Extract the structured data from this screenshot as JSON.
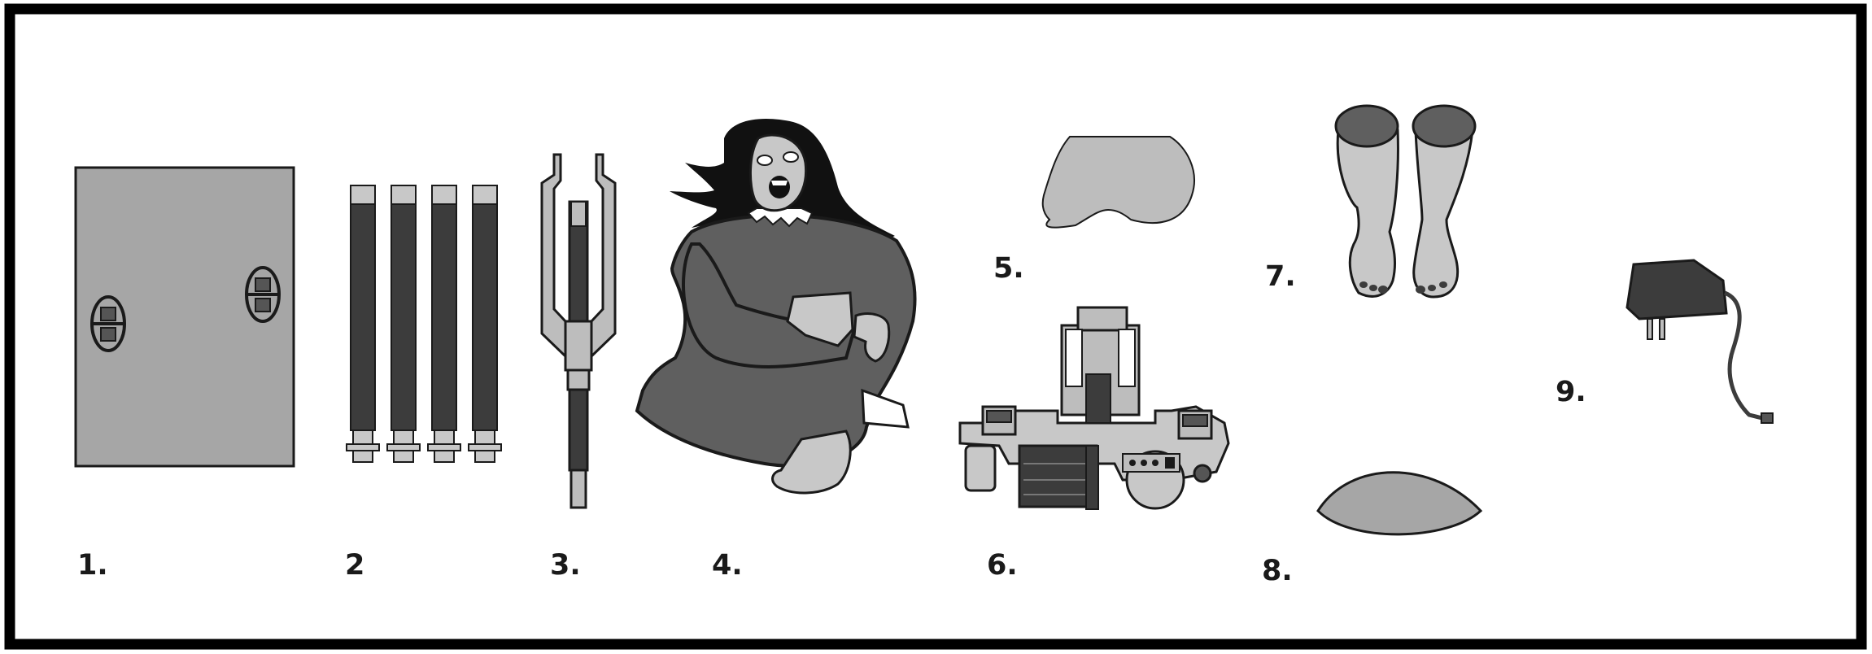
{
  "labels": {
    "item1": "1.",
    "item2": "2",
    "item3": "3.",
    "item4": "4.",
    "item5": "5.",
    "item6": "6.",
    "item7": "7.",
    "item8": "8.",
    "item9": "9."
  },
  "colors": {
    "frame": "#000000",
    "outline": "#1a1a1a",
    "light_gray": "#bdbdbd",
    "mid_gray": "#a6a6a6",
    "dark_gray": "#3c3c3c",
    "skin_gray": "#c8c8c8",
    "dress_gray": "#5f5f5f",
    "hair": "#111111",
    "background": "#ffffff"
  }
}
